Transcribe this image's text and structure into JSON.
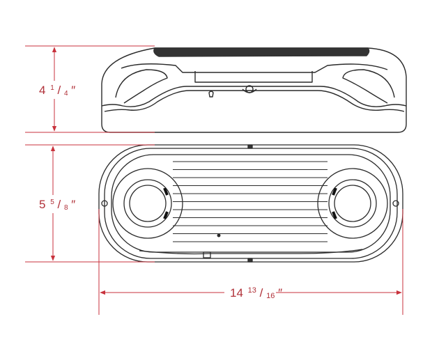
{
  "dimensions": {
    "height": {
      "whole": "4",
      "num": "1",
      "den": "4",
      "unit": "″"
    },
    "depth": {
      "whole": "5",
      "num": "5",
      "den": "8",
      "unit": "″"
    },
    "width": {
      "whole": "14",
      "num": "13",
      "den": "16",
      "unit": "″"
    }
  },
  "colors": {
    "dimension_line": "#c8323c",
    "dimension_text": "#b03038",
    "outline": "#2a2a2a",
    "accent_fill": "#333333"
  }
}
